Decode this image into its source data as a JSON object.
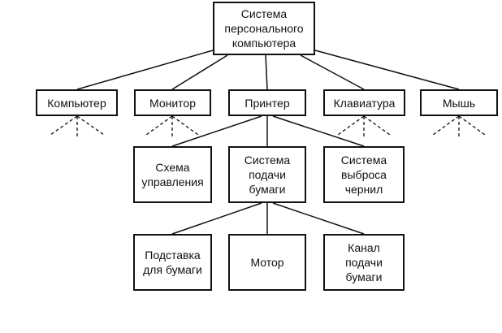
{
  "diagram": {
    "root": "Система\nперсонального\nкомпьютера",
    "level1": [
      "Компьютер",
      "Монитор",
      "Принтер",
      "Клавиатура",
      "Мышь"
    ],
    "printer_parts": [
      "Схема\nуправления",
      "Система\nподачи\nбумаги",
      "Система\nвыброса\nчернил"
    ],
    "paper_feed_parts": [
      "Подставка\nдля бумаги",
      "Мотор",
      "Канал\nподачи\nбумаги"
    ]
  },
  "colors": {
    "line": "#111111",
    "background": "#ffffff"
  }
}
